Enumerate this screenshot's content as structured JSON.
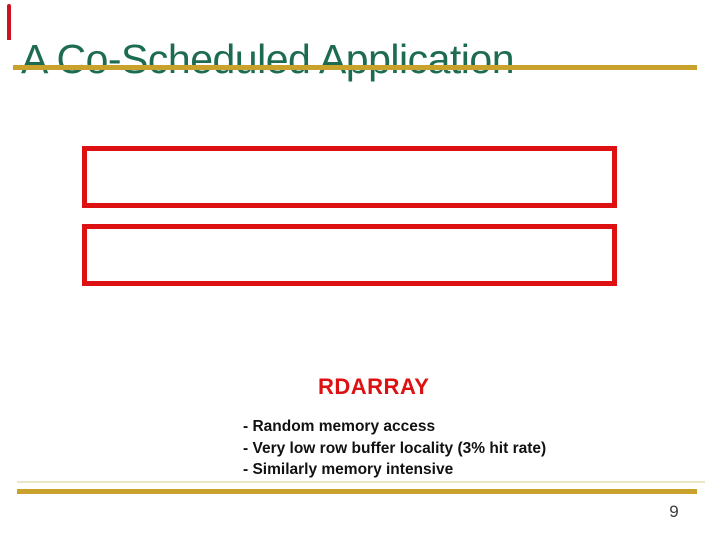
{
  "slide": {
    "title": "A Co-Scheduled Application",
    "content": {
      "application_label": "RDARRAY",
      "bullets": [
        "- Random memory access",
        "- Very low row buffer locality (3% hit rate)",
        "- Similarly memory intensive"
      ]
    },
    "footer": {
      "page_number": "9"
    },
    "colors": {
      "title_green": "#1d6b52",
      "rule_gold": "#c8a22b",
      "box_border_red": "#dd1111",
      "label_red": "#dd1111",
      "bullet_text": "#111111",
      "page_number_gray": "#3c3c3c",
      "corner_accent_red": "#cc1122"
    }
  }
}
